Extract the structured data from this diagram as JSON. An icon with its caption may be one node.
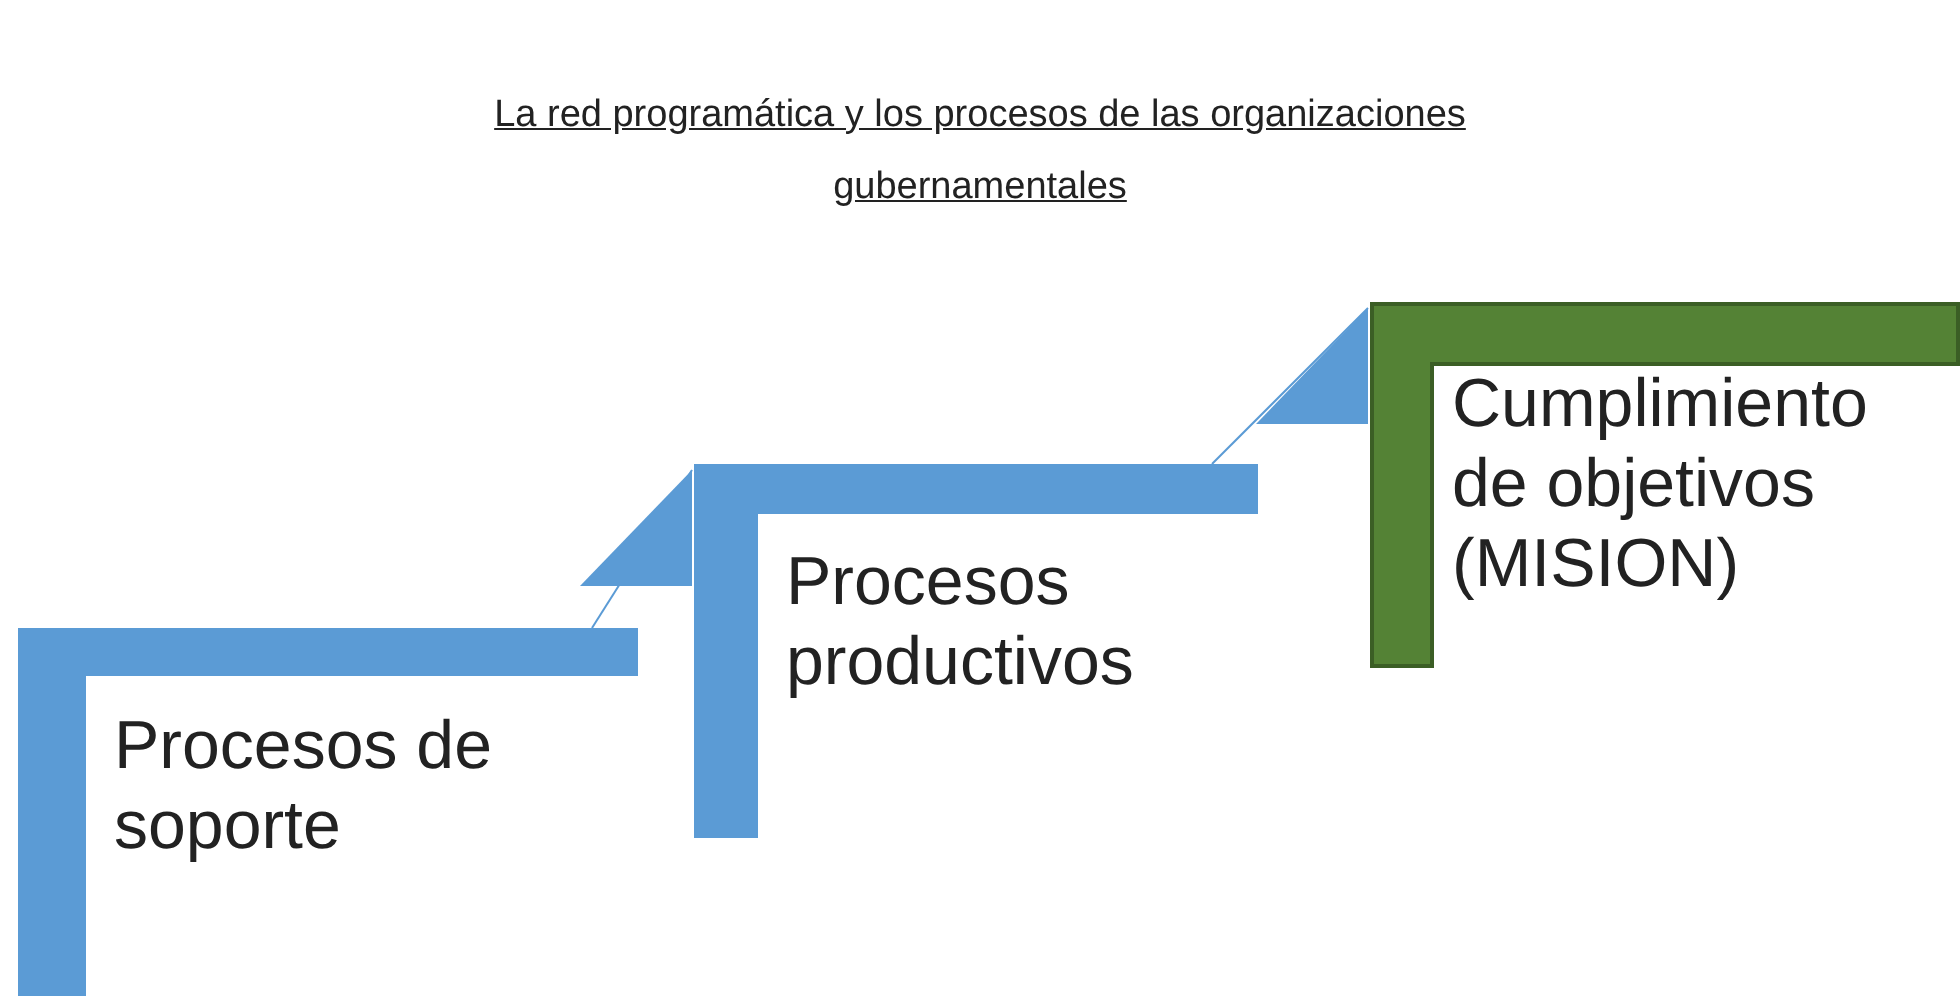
{
  "diagram": {
    "title": "La red programática y los procesos de las organizaciones gubernamentales",
    "nodes": [
      {
        "text": [
          "Procesos de soporte"
        ]
      },
      {
        "text": [
          "Procesos productivos"
        ]
      },
      {
        "text": [
          "Cumplimiento de objetivos (MISION)"
        ]
      }
    ],
    "edges": [
      {
        "from": 0,
        "to": 1,
        "arrow": "to"
      },
      {
        "from": 1,
        "to": 2,
        "arrow": "to"
      }
    ]
  }
}
